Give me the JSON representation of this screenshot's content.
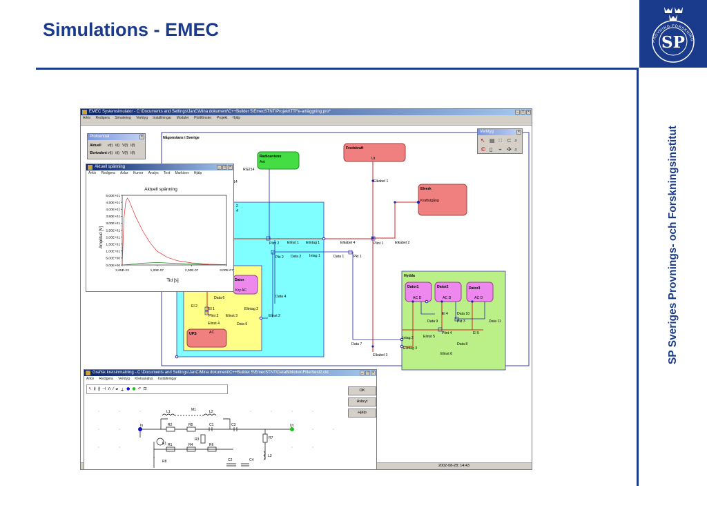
{
  "slide": {
    "title": "Simulations - EMEC",
    "side_text": "SP Sveriges Provnings- och Forskningsinstitut",
    "logo_text": "SP",
    "logo_ring": "PROVNING·FORSKNING"
  },
  "main_window": {
    "title": "EMEC Systemsimulator - C:\\Documents and Settings\\JanC\\Mina dokument\\C++Builder 5\\EmecSTNT\\Projekt\\TTFe-anläggning.pro*",
    "menu": [
      "Arkiv",
      "Redigera",
      "Simulering",
      "Verktyg",
      "Inställningar",
      "Moduler",
      "Plottfönster",
      "Projekt",
      "Hjälp"
    ],
    "status_date": "2002-08-28; 14:43"
  },
  "plotcentral": {
    "title": "Plotcentral",
    "rows": [
      {
        "label": "Aktuell",
        "cells": [
          "v(t)",
          "i(t)",
          "V(f)",
          "I(f)"
        ]
      },
      {
        "label": "Ekvivalent",
        "cells": [
          "v(t)",
          "i(t)",
          "V(f)",
          "I(f)"
        ]
      }
    ]
  },
  "verktyg": {
    "title": "Verktyg"
  },
  "voltage_window": {
    "title": "Aktuell spänning",
    "menu": [
      "Arkiv",
      "Redigera",
      "Axlar",
      "Kurvor",
      "Analys",
      "Text",
      "Markörer",
      "Hjälp"
    ]
  },
  "circuit_window": {
    "title": "Grafisk kretsinmatning - C:\\Documents and Settings\\JanC\\Mina dokument\\C++Builder 5\\EmecSTNT\\DataBibliotek\\Filter\\test2.ckt",
    "menu": [
      "Arkiv",
      "Redigera",
      "Verktyg",
      "Kretsanalys",
      "Inställningar"
    ],
    "buttons": [
      "OK",
      "Avbryt",
      "Hjälp"
    ],
    "nodes": [
      "In",
      "Ut"
    ],
    "components": [
      "L1",
      "M1",
      "L2",
      "R2",
      "R5",
      "C1",
      "C3",
      "R7",
      "R3",
      "E1",
      "R1",
      "R4",
      "R6",
      "C2",
      "C4",
      "L3",
      "R8"
    ]
  },
  "diagram": {
    "frame_title": "Någonstans i Sverige",
    "blocks": [
      {
        "name": "Radioantenn",
        "sub": "Ant",
        "color": "#44dd44"
      },
      {
        "name": "Fredskraft",
        "sub": "Ut",
        "color": "#f08080"
      },
      {
        "name": "Elverk",
        "sub": "Kraftutgång",
        "color": "#f08080"
      },
      {
        "name": "UPS",
        "sub": "AC",
        "color": "#f08080"
      },
      {
        "name": "Dator",
        "sub": "Kry AC",
        "color": "#ee88ee"
      },
      {
        "name": "Dator1",
        "sub": "AC D",
        "color": "#ee88ee"
      },
      {
        "name": "Dator2",
        "sub": "AC D",
        "color": "#ee88ee"
      },
      {
        "name": "Dator3",
        "sub": "AC D",
        "color": "#ee88ee"
      }
    ],
    "zones": [
      {
        "name": "Hydda"
      }
    ],
    "labels": [
      "RG214",
      "Elkabel 1",
      "Elkabel 2",
      "Elkabel 3",
      "Elkabel 4",
      "Plint 1",
      "Plint 2",
      "Plint 3",
      "Plint 4",
      "Pkt 1",
      "Pkt 2",
      "Pkt 3",
      "Elintag 1",
      "Elintag 2",
      "Elintag 3",
      "Elinst 1",
      "Elinst 2",
      "Elinst 3",
      "Elinst 4",
      "Elinst 5",
      "Elinst 6",
      "Intag 1",
      "Intag 2",
      "Data 1",
      "Data 2",
      "Data 4",
      "Data 5",
      "Data 6",
      "Data 7",
      "Data 8",
      "Data 9",
      "Data 10",
      "Data 11",
      "El 1",
      "El 2",
      "El 4",
      "El 5",
      "2",
      "4",
      "14"
    ]
  },
  "chart_data": {
    "type": "line",
    "title": "Aktuell spänning",
    "xlabel": "Tid [s]",
    "ylabel": "Amplitud [V]",
    "x_ticks": [
      "2,65E-23",
      "1,00E-07",
      "2,00E-07",
      "3,00E-07"
    ],
    "y_ticks": [
      "0,00E+00",
      "5,00E+00",
      "1,00E+01",
      "1,50E+01",
      "2,00E+01",
      "2,50E+01",
      "3,00E+01",
      "3,50E+01",
      "4,00E+01",
      "4,50E+01",
      "5,00E+01"
    ],
    "xlim": [
      0,
      3e-07
    ],
    "ylim": [
      0,
      50
    ],
    "series": [
      {
        "color": "#e03030",
        "x": [
          0,
          5e-09,
          1e-08,
          1.5e-08,
          2e-08,
          3e-08,
          4e-08,
          6e-08,
          8e-08,
          1e-07,
          1.3e-07,
          1.6e-07,
          2e-07,
          2.5e-07,
          3e-07
        ],
        "y": [
          0,
          33,
          45,
          48,
          46,
          40,
          34,
          24,
          16,
          10,
          5.5,
          3,
          1.5,
          0.6,
          0.2
        ]
      },
      {
        "color": "#208020",
        "x": [
          0,
          2e-08,
          5e-08,
          1e-07,
          1.5e-07,
          2e-07,
          2.5e-07,
          3e-07
        ],
        "y": [
          0,
          0.4,
          1.2,
          1.8,
          1.2,
          0.7,
          0.3,
          0.2
        ]
      }
    ]
  }
}
